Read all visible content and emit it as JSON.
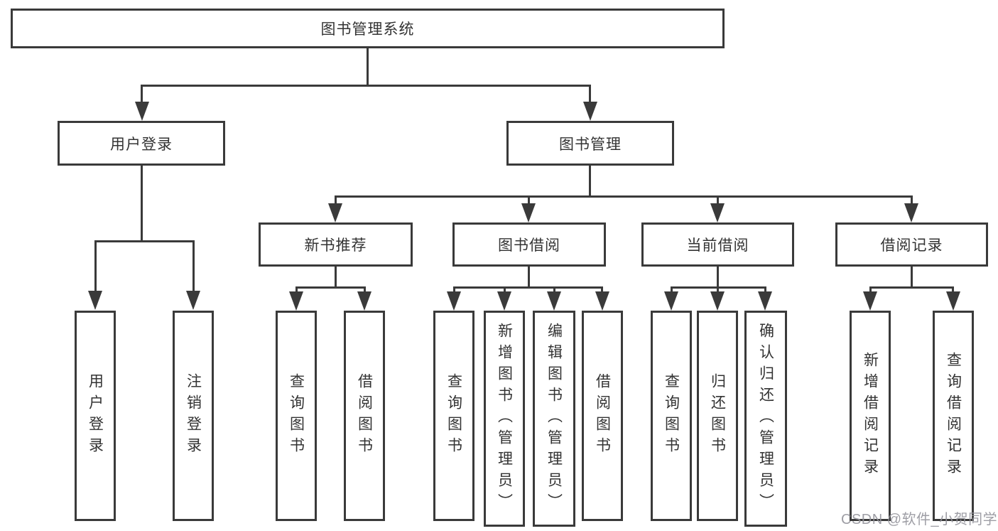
{
  "diagram_title": "图书管理系统",
  "nodes": {
    "root": "图书管理系统",
    "user_login": "用户登录",
    "book_mgmt": "图书管理",
    "new_book_rec": "新书推荐",
    "book_borrow": "图书借阅",
    "current_borrow": "当前借阅",
    "borrow_record": "借阅记录",
    "leaf_user_login": "用户登录",
    "leaf_logout": "注销登录",
    "leaf_query_book_rec": "查询图书",
    "leaf_borrow_book_rec": "借阅图书",
    "leaf_query_book_borrow": "查询图书",
    "leaf_add_book": "新增图书（管理员）",
    "leaf_edit_book": "编辑图书（管理员）",
    "leaf_borrow_book_borrow": "借阅图书",
    "leaf_query_book_current": "查询图书",
    "leaf_return_book": "归还图书",
    "leaf_confirm_return": "确认归还（管理员）",
    "leaf_add_borrow_record": "新增借阅记录",
    "leaf_query_borrow_record": "查询借阅记录"
  },
  "watermark": "CSDN @软件_小贺同学",
  "colors": {
    "line": "#3a3a3a",
    "text": "#333333",
    "watermark": "#94949b",
    "background": "#ffffff"
  }
}
